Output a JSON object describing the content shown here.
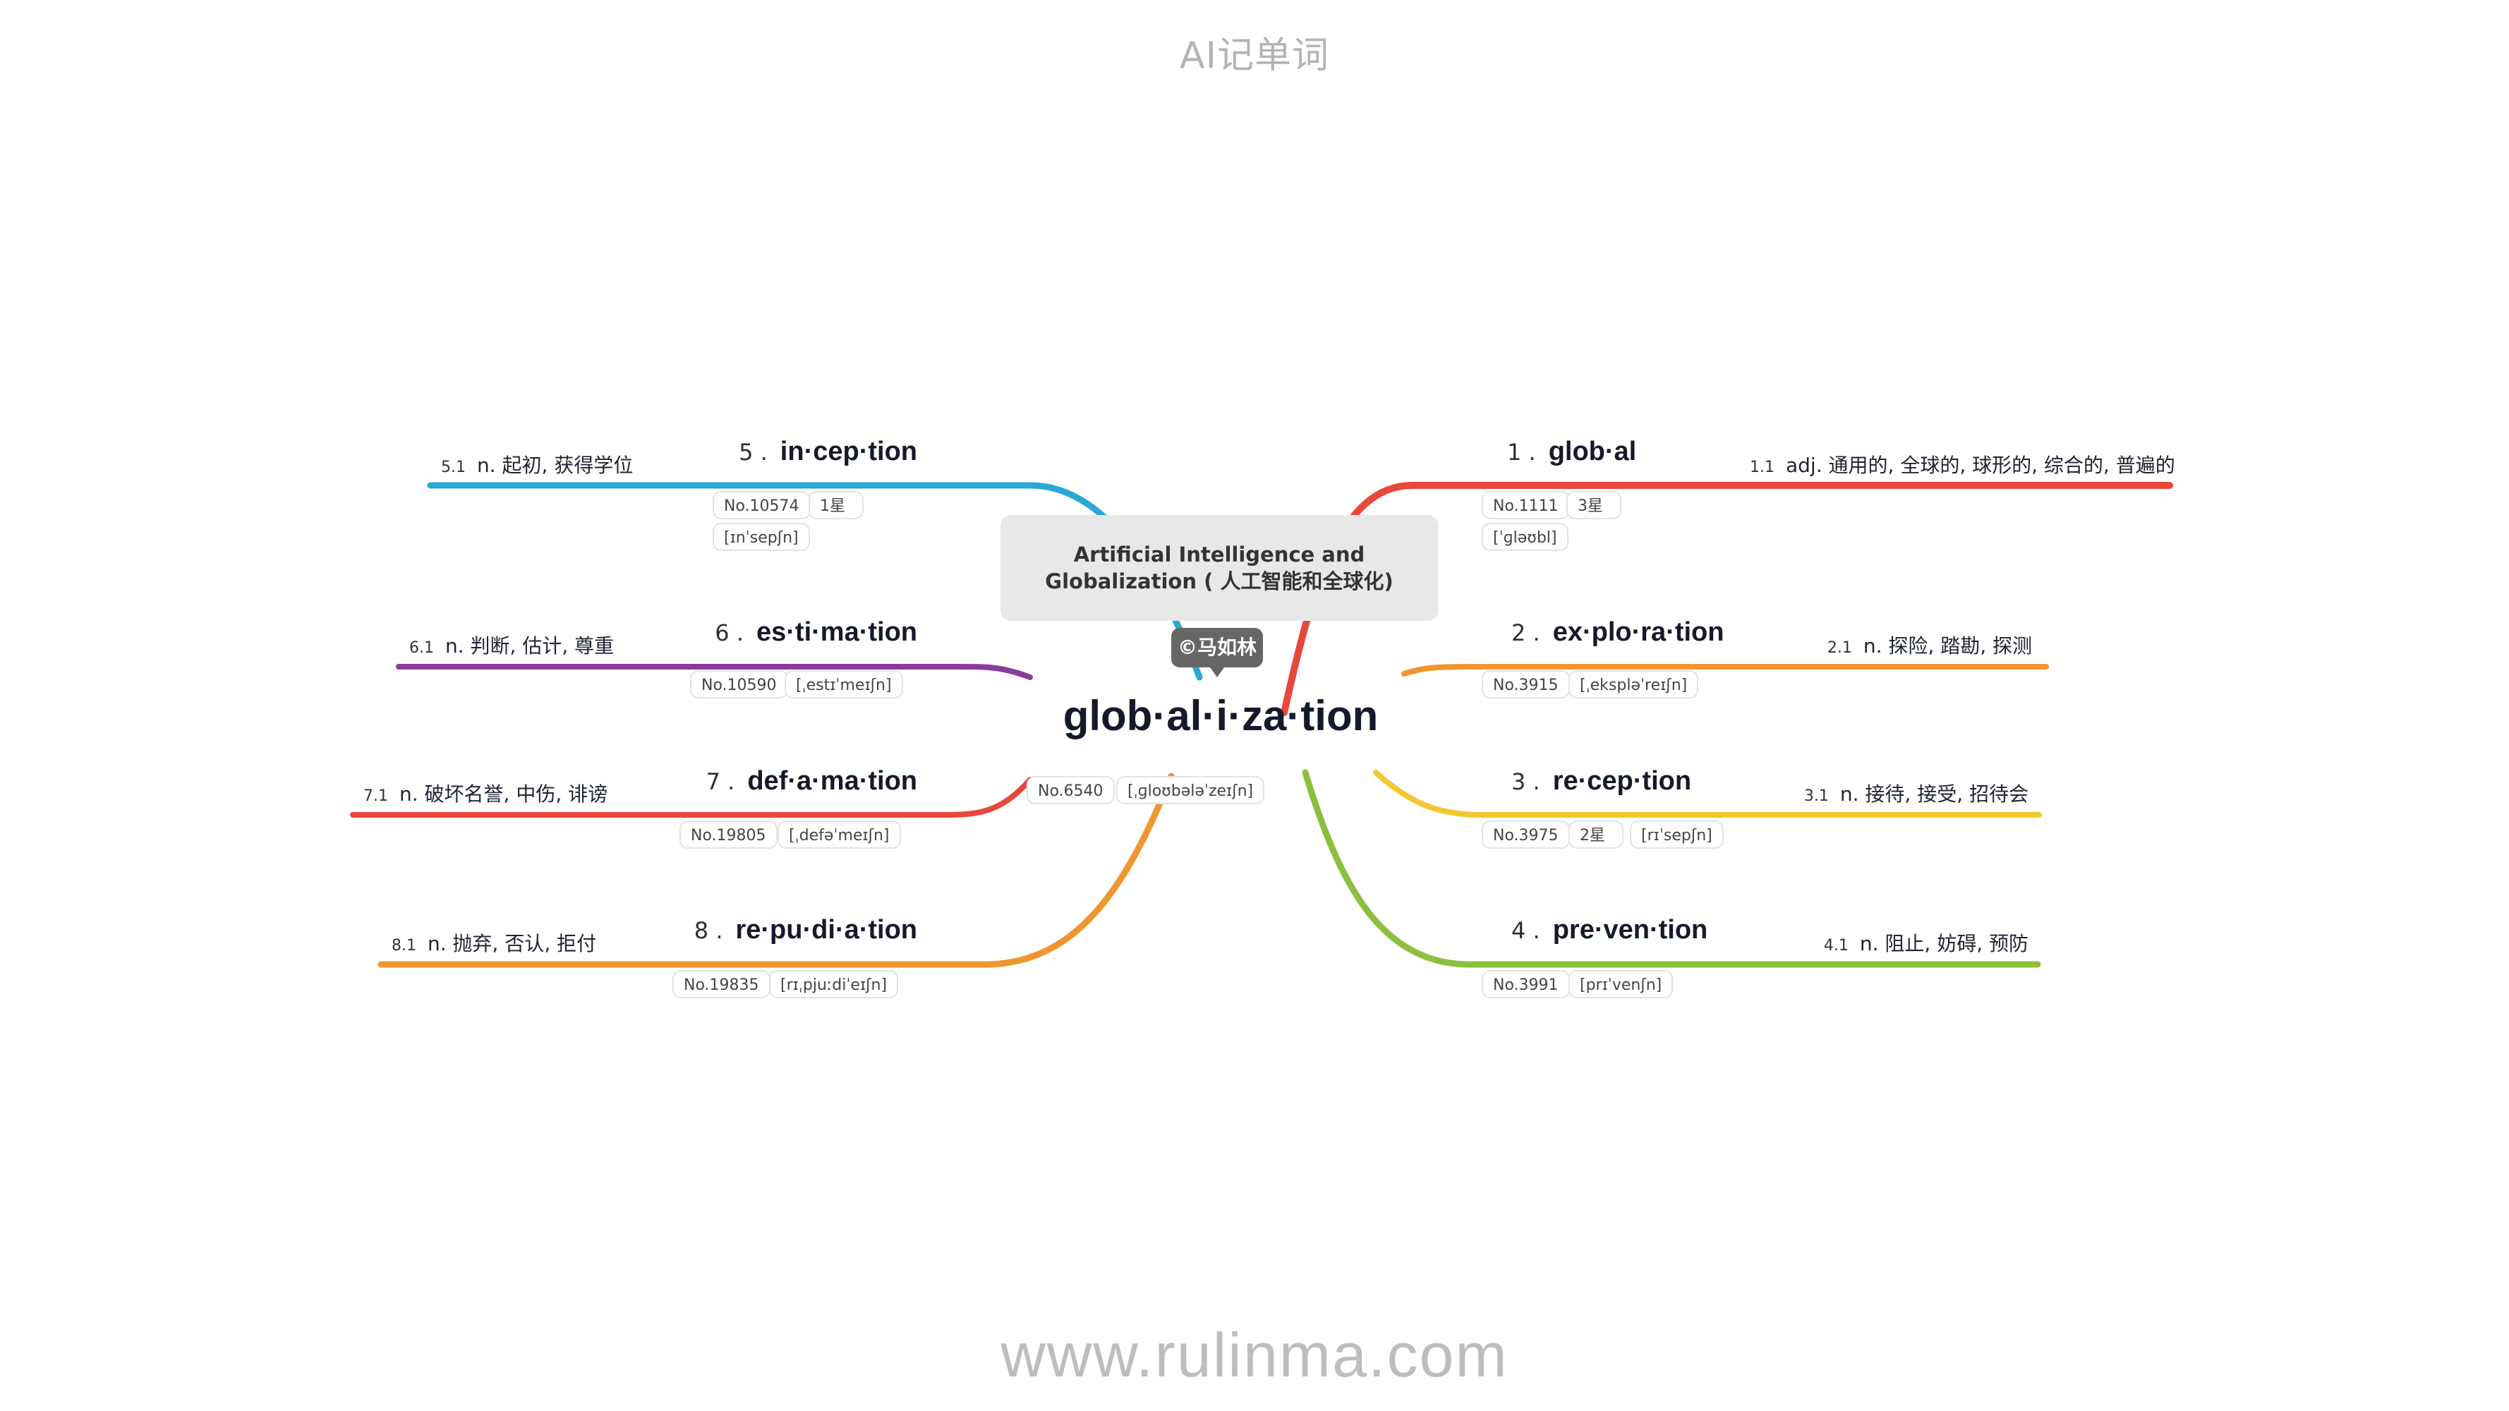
{
  "header": {
    "title": "AI记单词"
  },
  "footer": {
    "site": "www.rulinma.com"
  },
  "central": {
    "word": "glob·al·i·za·tion",
    "number": "No.6540",
    "phonetic": "[ˌɡloʊbələˈzeɪʃn]",
    "note": "Artificial Intelligence and Globalization ( 人工智能和全球化)",
    "author": "©马如林"
  },
  "colors": {
    "global": "#e8473c",
    "exploration": "#f0962e",
    "reception": "#f2c830",
    "prevention": "#8dbf3f",
    "inception": "#2aa7d4",
    "estimation": "#8b3a9e",
    "defamation": "#e8473c",
    "repudiation": "#f0962e"
  },
  "branches": [
    {
      "id": "global",
      "index": "1 .",
      "word": "glob·al",
      "def_num": "1.1",
      "definition": "adj. 通用的, 全球的, 球形的, 综合的, 普遍的",
      "tags": [
        "No.1111",
        "3星"
      ],
      "phonetic": "[ˈɡləʊbl]"
    },
    {
      "id": "exploration",
      "index": "2 .",
      "word": "ex·plo·ra·tion",
      "def_num": "2.1",
      "definition": "n. 探险, 踏勘, 探测",
      "tags": [
        "No.3915",
        "[ˌekspləˈreɪʃn]"
      ]
    },
    {
      "id": "reception",
      "index": "3 .",
      "word": "re·cep·tion",
      "def_num": "3.1",
      "definition": "n. 接待, 接受, 招待会",
      "tags": [
        "No.3975",
        "2星",
        "[rɪˈsepʃn]"
      ]
    },
    {
      "id": "prevention",
      "index": "4 .",
      "word": "pre·ven·tion",
      "def_num": "4.1",
      "definition": "n. 阻止, 妨碍, 预防",
      "tags": [
        "No.3991",
        "[prɪˈvenʃn]"
      ]
    },
    {
      "id": "inception",
      "index": "5 .",
      "word": "in·cep·tion",
      "def_num": "5.1",
      "definition": "n. 起初, 获得学位",
      "tags": [
        "No.10574",
        "1星"
      ],
      "phonetic": "[ɪnˈsepʃn]"
    },
    {
      "id": "estimation",
      "index": "6 .",
      "word": "es·ti·ma·tion",
      "def_num": "6.1",
      "definition": "n. 判断, 估计, 尊重",
      "tags": [
        "No.10590",
        "[ˌestɪˈmeɪʃn]"
      ]
    },
    {
      "id": "defamation",
      "index": "7 .",
      "word": "def·a·ma·tion",
      "def_num": "7.1",
      "definition": "n. 破坏名誉, 中伤, 诽谤",
      "tags": [
        "No.19805",
        "[ˌdefəˈmeɪʃn]"
      ]
    },
    {
      "id": "repudiation",
      "index": "8 .",
      "word": "re·pu·di·a·tion",
      "def_num": "8.1",
      "definition": "n. 抛弃, 否认, 拒付",
      "tags": [
        "No.19835",
        "[rɪˌpjuːdiˈeɪʃn]"
      ]
    }
  ]
}
